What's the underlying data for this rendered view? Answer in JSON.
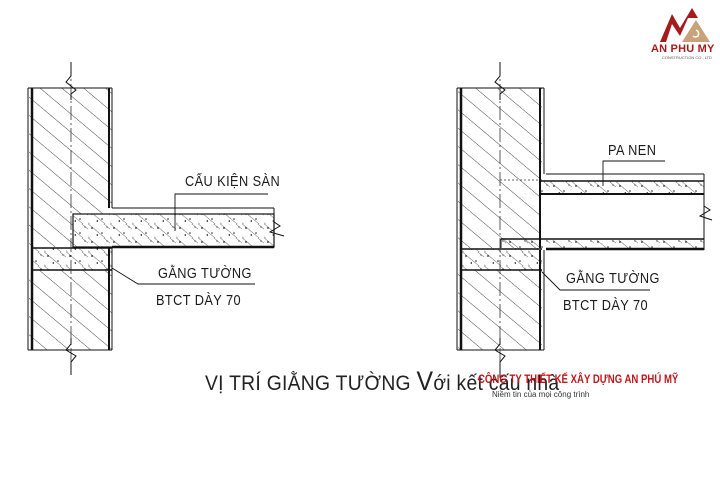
{
  "logo": {
    "name": "AN PHU MY",
    "subtitle": "CONSTRUCTION CO., LTD",
    "colors": {
      "red": "#a51b1b",
      "tan": "#c9a27a"
    }
  },
  "left_detail": {
    "slab_label": "CẤU KIỆN SÀN",
    "beam_label_line1": "GẰNG TƯỜNG",
    "beam_label_line2": "BTCT DÀY 70"
  },
  "right_detail": {
    "slab_label": "PA NEN",
    "beam_label_line1": "GẰNG TƯỜNG",
    "beam_label_line2": "BTCT DÀY 70"
  },
  "title": {
    "prefix": "VỊ TRÍ GIẰNG TƯỜNG ",
    "big_letter": "V",
    "rest": "ới kết cấu nhà"
  },
  "watermark": {
    "company": "CÔNG TY THIẾT KẾ XÂY DỰNG AN PHÚ MỸ",
    "slogan": "Niềm tin của mọi công trình",
    "color": "#c0171c"
  }
}
